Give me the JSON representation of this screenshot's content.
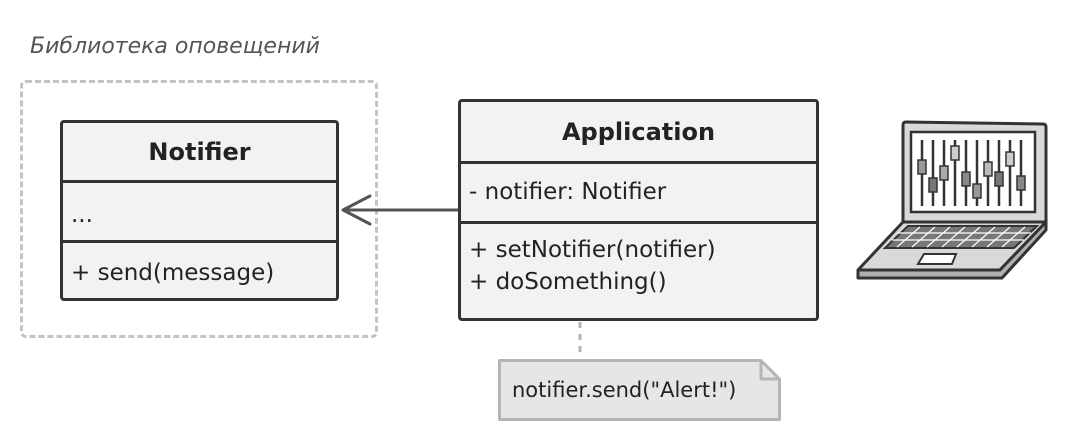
{
  "package": {
    "title": "Библиотека оповещений"
  },
  "notifier_class": {
    "name": "Notifier",
    "fields": [
      "..."
    ],
    "methods": [
      "+ send(message)"
    ]
  },
  "application_class": {
    "name": "Application",
    "fields": [
      "- notifier: Notifier"
    ],
    "methods": [
      "+ setNotifier(notifier)",
      "+ doSomething()"
    ]
  },
  "note": {
    "text": "notifier.send(\"Alert!\")"
  },
  "relations": [
    {
      "from": "Application",
      "to": "Notifier",
      "kind": "association"
    }
  ],
  "icons": [
    "laptop-icon"
  ],
  "colors": {
    "class_fill": "#f2f2f2",
    "class_border": "#333333",
    "package_border": "#c4c4c4",
    "note_fill": "#e6e6e6",
    "note_border": "#b5b5b5",
    "arrow": "#555555"
  }
}
